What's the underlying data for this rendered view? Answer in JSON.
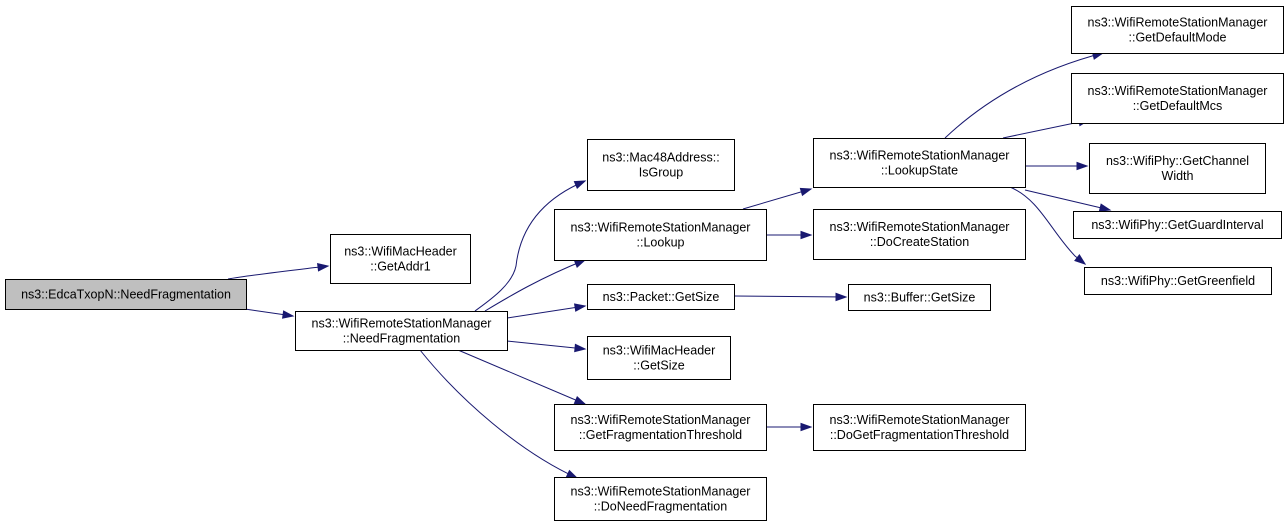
{
  "graph": {
    "type": "call-graph",
    "colors": {
      "edge": "#191970",
      "root_fill": "#bfbfbf",
      "node_fill": "#ffffff",
      "border": "#000000"
    },
    "nodes": [
      {
        "id": "need_frag_root",
        "lines": [
          "ns3::EdcaTxopN::NeedFragmentation"
        ],
        "root": true
      },
      {
        "id": "get_addr1",
        "lines": [
          "ns3::WifiMacHeader",
          "::GetAddr1"
        ]
      },
      {
        "id": "rsm_need_frag",
        "lines": [
          "ns3::WifiRemoteStationManager",
          "::NeedFragmentation"
        ]
      },
      {
        "id": "mac48_is_group",
        "lines": [
          "ns3::Mac48Address::",
          "IsGroup"
        ]
      },
      {
        "id": "rsm_lookup",
        "lines": [
          "ns3::WifiRemoteStationManager",
          "::Lookup"
        ]
      },
      {
        "id": "packet_get_size",
        "lines": [
          "ns3::Packet::GetSize"
        ]
      },
      {
        "id": "mac_header_get_size",
        "lines": [
          "ns3::WifiMacHeader",
          "::GetSize"
        ]
      },
      {
        "id": "rsm_get_frag_threshold",
        "lines": [
          "ns3::WifiRemoteStationManager",
          "::GetFragmentationThreshold"
        ]
      },
      {
        "id": "rsm_do_need_frag",
        "lines": [
          "ns3::WifiRemoteStationManager",
          "::DoNeedFragmentation"
        ]
      },
      {
        "id": "rsm_lookup_state",
        "lines": [
          "ns3::WifiRemoteStationManager",
          "::LookupState"
        ]
      },
      {
        "id": "rsm_do_create_station",
        "lines": [
          "ns3::WifiRemoteStationManager",
          "::DoCreateStation"
        ]
      },
      {
        "id": "buffer_get_size",
        "lines": [
          "ns3::Buffer::GetSize"
        ]
      },
      {
        "id": "rsm_do_get_frag_threshold",
        "lines": [
          "ns3::WifiRemoteStationManager",
          "::DoGetFragmentationThreshold"
        ]
      },
      {
        "id": "rsm_get_default_mode",
        "lines": [
          "ns3::WifiRemoteStationManager",
          "::GetDefaultMode"
        ]
      },
      {
        "id": "rsm_get_default_mcs",
        "lines": [
          "ns3::WifiRemoteStationManager",
          "::GetDefaultMcs"
        ]
      },
      {
        "id": "phy_get_channel_width",
        "lines": [
          "ns3::WifiPhy::GetChannel",
          "Width"
        ]
      },
      {
        "id": "phy_get_guard_interval",
        "lines": [
          "ns3::WifiPhy::GetGuardInterval"
        ]
      },
      {
        "id": "phy_get_greenfield",
        "lines": [
          "ns3::WifiPhy::GetGreenfield"
        ]
      }
    ],
    "edges": [
      {
        "from": "need_frag_root",
        "to": "get_addr1"
      },
      {
        "from": "need_frag_root",
        "to": "rsm_need_frag"
      },
      {
        "from": "rsm_need_frag",
        "to": "mac48_is_group"
      },
      {
        "from": "rsm_need_frag",
        "to": "rsm_lookup"
      },
      {
        "from": "rsm_need_frag",
        "to": "packet_get_size"
      },
      {
        "from": "rsm_need_frag",
        "to": "mac_header_get_size"
      },
      {
        "from": "rsm_need_frag",
        "to": "rsm_get_frag_threshold"
      },
      {
        "from": "rsm_need_frag",
        "to": "rsm_do_need_frag"
      },
      {
        "from": "rsm_lookup",
        "to": "rsm_lookup_state"
      },
      {
        "from": "rsm_lookup",
        "to": "rsm_do_create_station"
      },
      {
        "from": "packet_get_size",
        "to": "buffer_get_size"
      },
      {
        "from": "rsm_get_frag_threshold",
        "to": "rsm_do_get_frag_threshold"
      },
      {
        "from": "rsm_lookup_state",
        "to": "rsm_get_default_mode"
      },
      {
        "from": "rsm_lookup_state",
        "to": "rsm_get_default_mcs"
      },
      {
        "from": "rsm_lookup_state",
        "to": "phy_get_channel_width"
      },
      {
        "from": "rsm_lookup_state",
        "to": "phy_get_guard_interval"
      },
      {
        "from": "rsm_lookup_state",
        "to": "phy_get_greenfield"
      }
    ]
  }
}
